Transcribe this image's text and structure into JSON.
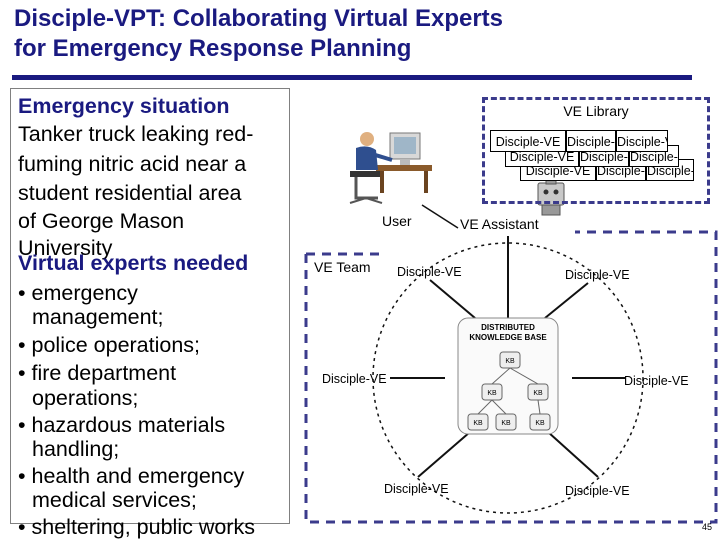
{
  "title": {
    "line1": "Disciple-VPT: Collaborating Virtual Experts",
    "line2": "for Emergency Response Planning"
  },
  "left_panel": {
    "situation_heading": "Emergency situation",
    "situation_lines": [
      "Tanker truck leaking red-",
      "fuming nitric acid near a",
      "student residential area",
      "of George Mason",
      "University"
    ],
    "experts_heading": "Virtual experts needed",
    "experts_lines": [
      "• emergency",
      "management;",
      "• police operations;",
      "• fire department",
      "operations;",
      "• hazardous materials",
      "handling;",
      "• health and emergency",
      "medical services;",
      "• sheltering, public works"
    ]
  },
  "ve_library": {
    "title": "VE Library",
    "row1": [
      "Disciple-VE",
      "Disciple-VE",
      "Disciple-VE"
    ],
    "row2": [
      "Disciple-VE",
      "Disciple-VE",
      "Disciple-VE"
    ],
    "row3": [
      "Disciple-VE",
      "Disciple-VE",
      "Disciple-VE"
    ]
  },
  "user_label": "User",
  "ve_assistant_label": "VE Assistant",
  "ve_team_label": "VE Team",
  "team_members": {
    "top_left": "Disciple-VE",
    "top_right": "Disciple-VE",
    "mid_left": "Disciple-VE",
    "mid_right": "Disciple-VE",
    "bottom_left": "Disciple-VE",
    "bottom_right": "Disciple-VE"
  },
  "knowledge_base": {
    "title_line1": "DISTRIBUTED",
    "title_line2": "KNOWLEDGE BASE",
    "kb_label": "KB"
  },
  "page_number": "45",
  "colors": {
    "title": "#1a1a80",
    "dashed_border": "#3b3b8c",
    "connector": "#111111"
  }
}
